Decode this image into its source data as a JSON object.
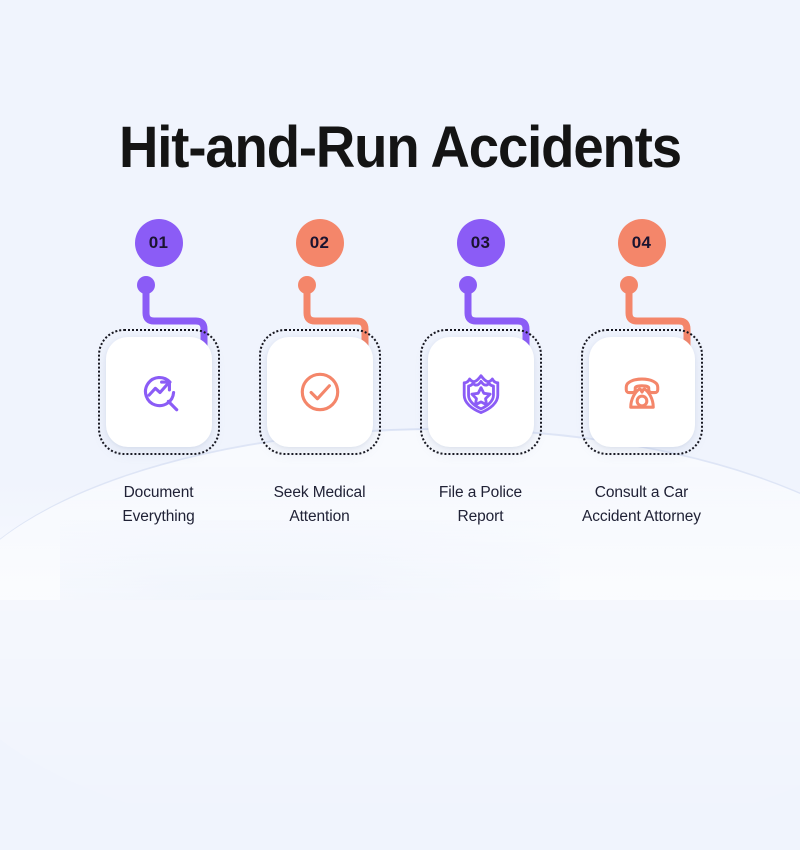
{
  "page": {
    "title": "Hit-and-Run Accidents",
    "background_color": "#F0F4FD",
    "title_color": "#141414"
  },
  "palette": {
    "purple": "#8B5CF6",
    "coral": "#F4866A",
    "card_white": "#FFFFFF",
    "dotted_border": "#16161F",
    "caption_text": "#202236"
  },
  "steps": [
    {
      "number": "01",
      "color": "#8B5CF6",
      "color_name": "purple",
      "icon": "magnifier-trend-icon",
      "caption_line1": "Document",
      "caption_line2": "Everything"
    },
    {
      "number": "02",
      "color": "#F4866A",
      "color_name": "coral",
      "icon": "check-circle-icon",
      "caption_line1": "Seek Medical",
      "caption_line2": "Attention"
    },
    {
      "number": "03",
      "color": "#8B5CF6",
      "color_name": "purple",
      "icon": "police-badge-icon",
      "caption_line1": "File a Police",
      "caption_line2": "Report"
    },
    {
      "number": "04",
      "color": "#F4866A",
      "color_name": "coral",
      "icon": "rotary-telephone-icon",
      "caption_line1": "Consult a Car",
      "caption_line2": "Accident Attorney"
    }
  ]
}
